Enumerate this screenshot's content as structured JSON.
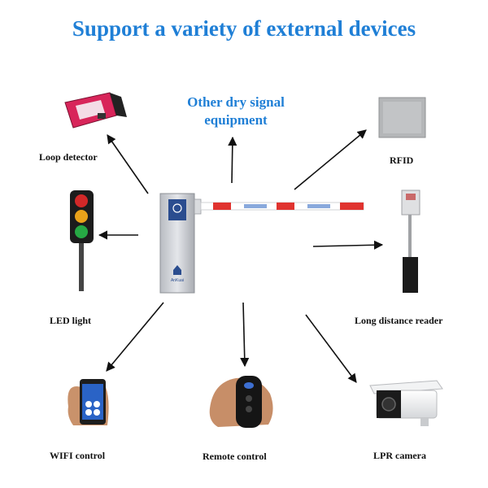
{
  "title": "Support a variety of external devices",
  "center": {
    "label_line1": "Other dry signal",
    "label_line2": "equipment",
    "barrier_brand": "AnKuai"
  },
  "devices": [
    {
      "id": "loop",
      "label": "Loop detector"
    },
    {
      "id": "rfid",
      "label": "RFID"
    },
    {
      "id": "led",
      "label": "LED light"
    },
    {
      "id": "long",
      "label": "Long distance reader"
    },
    {
      "id": "wifi",
      "label": "WIFI control"
    },
    {
      "id": "remote",
      "label": "Remote control"
    },
    {
      "id": "lpr",
      "label": "LPR camera"
    }
  ],
  "colors": {
    "title": "#1f7fd6",
    "arrow": "#111111",
    "boom_red": "#e0332f",
    "barrier_body": "#c9ccd1",
    "barrier_panel": "#2b4d8f"
  }
}
